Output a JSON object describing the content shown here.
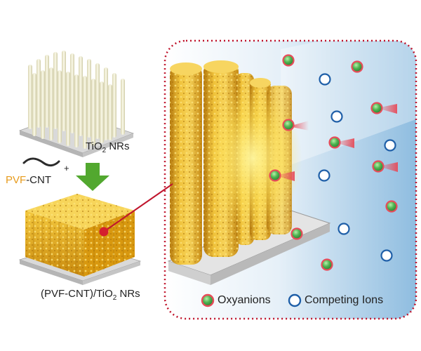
{
  "labels": {
    "tio2_prefix": "TiO",
    "tio2_sub": "2",
    "tio2_suffix": " NRs",
    "pvf": "PVF",
    "cnt": "-CNT",
    "plus": "+",
    "composite_prefix": "(PVF-CNT)/TiO",
    "composite_sub": "2",
    "composite_suffix": " NRs"
  },
  "legend": {
    "oxyanions": "Oxyanions",
    "competing": "Competing Ions"
  },
  "colors": {
    "oxyanion_fill": "#4fb552",
    "oxyanion_ring": "#e74c5a",
    "competing_fill": "#ffffff",
    "competing_ring": "#1f5fa8",
    "frame": "#c0152d",
    "arrow": "#52a82f",
    "gold": "#e4a91d",
    "nanorod_white": "#f3f1d6"
  }
}
